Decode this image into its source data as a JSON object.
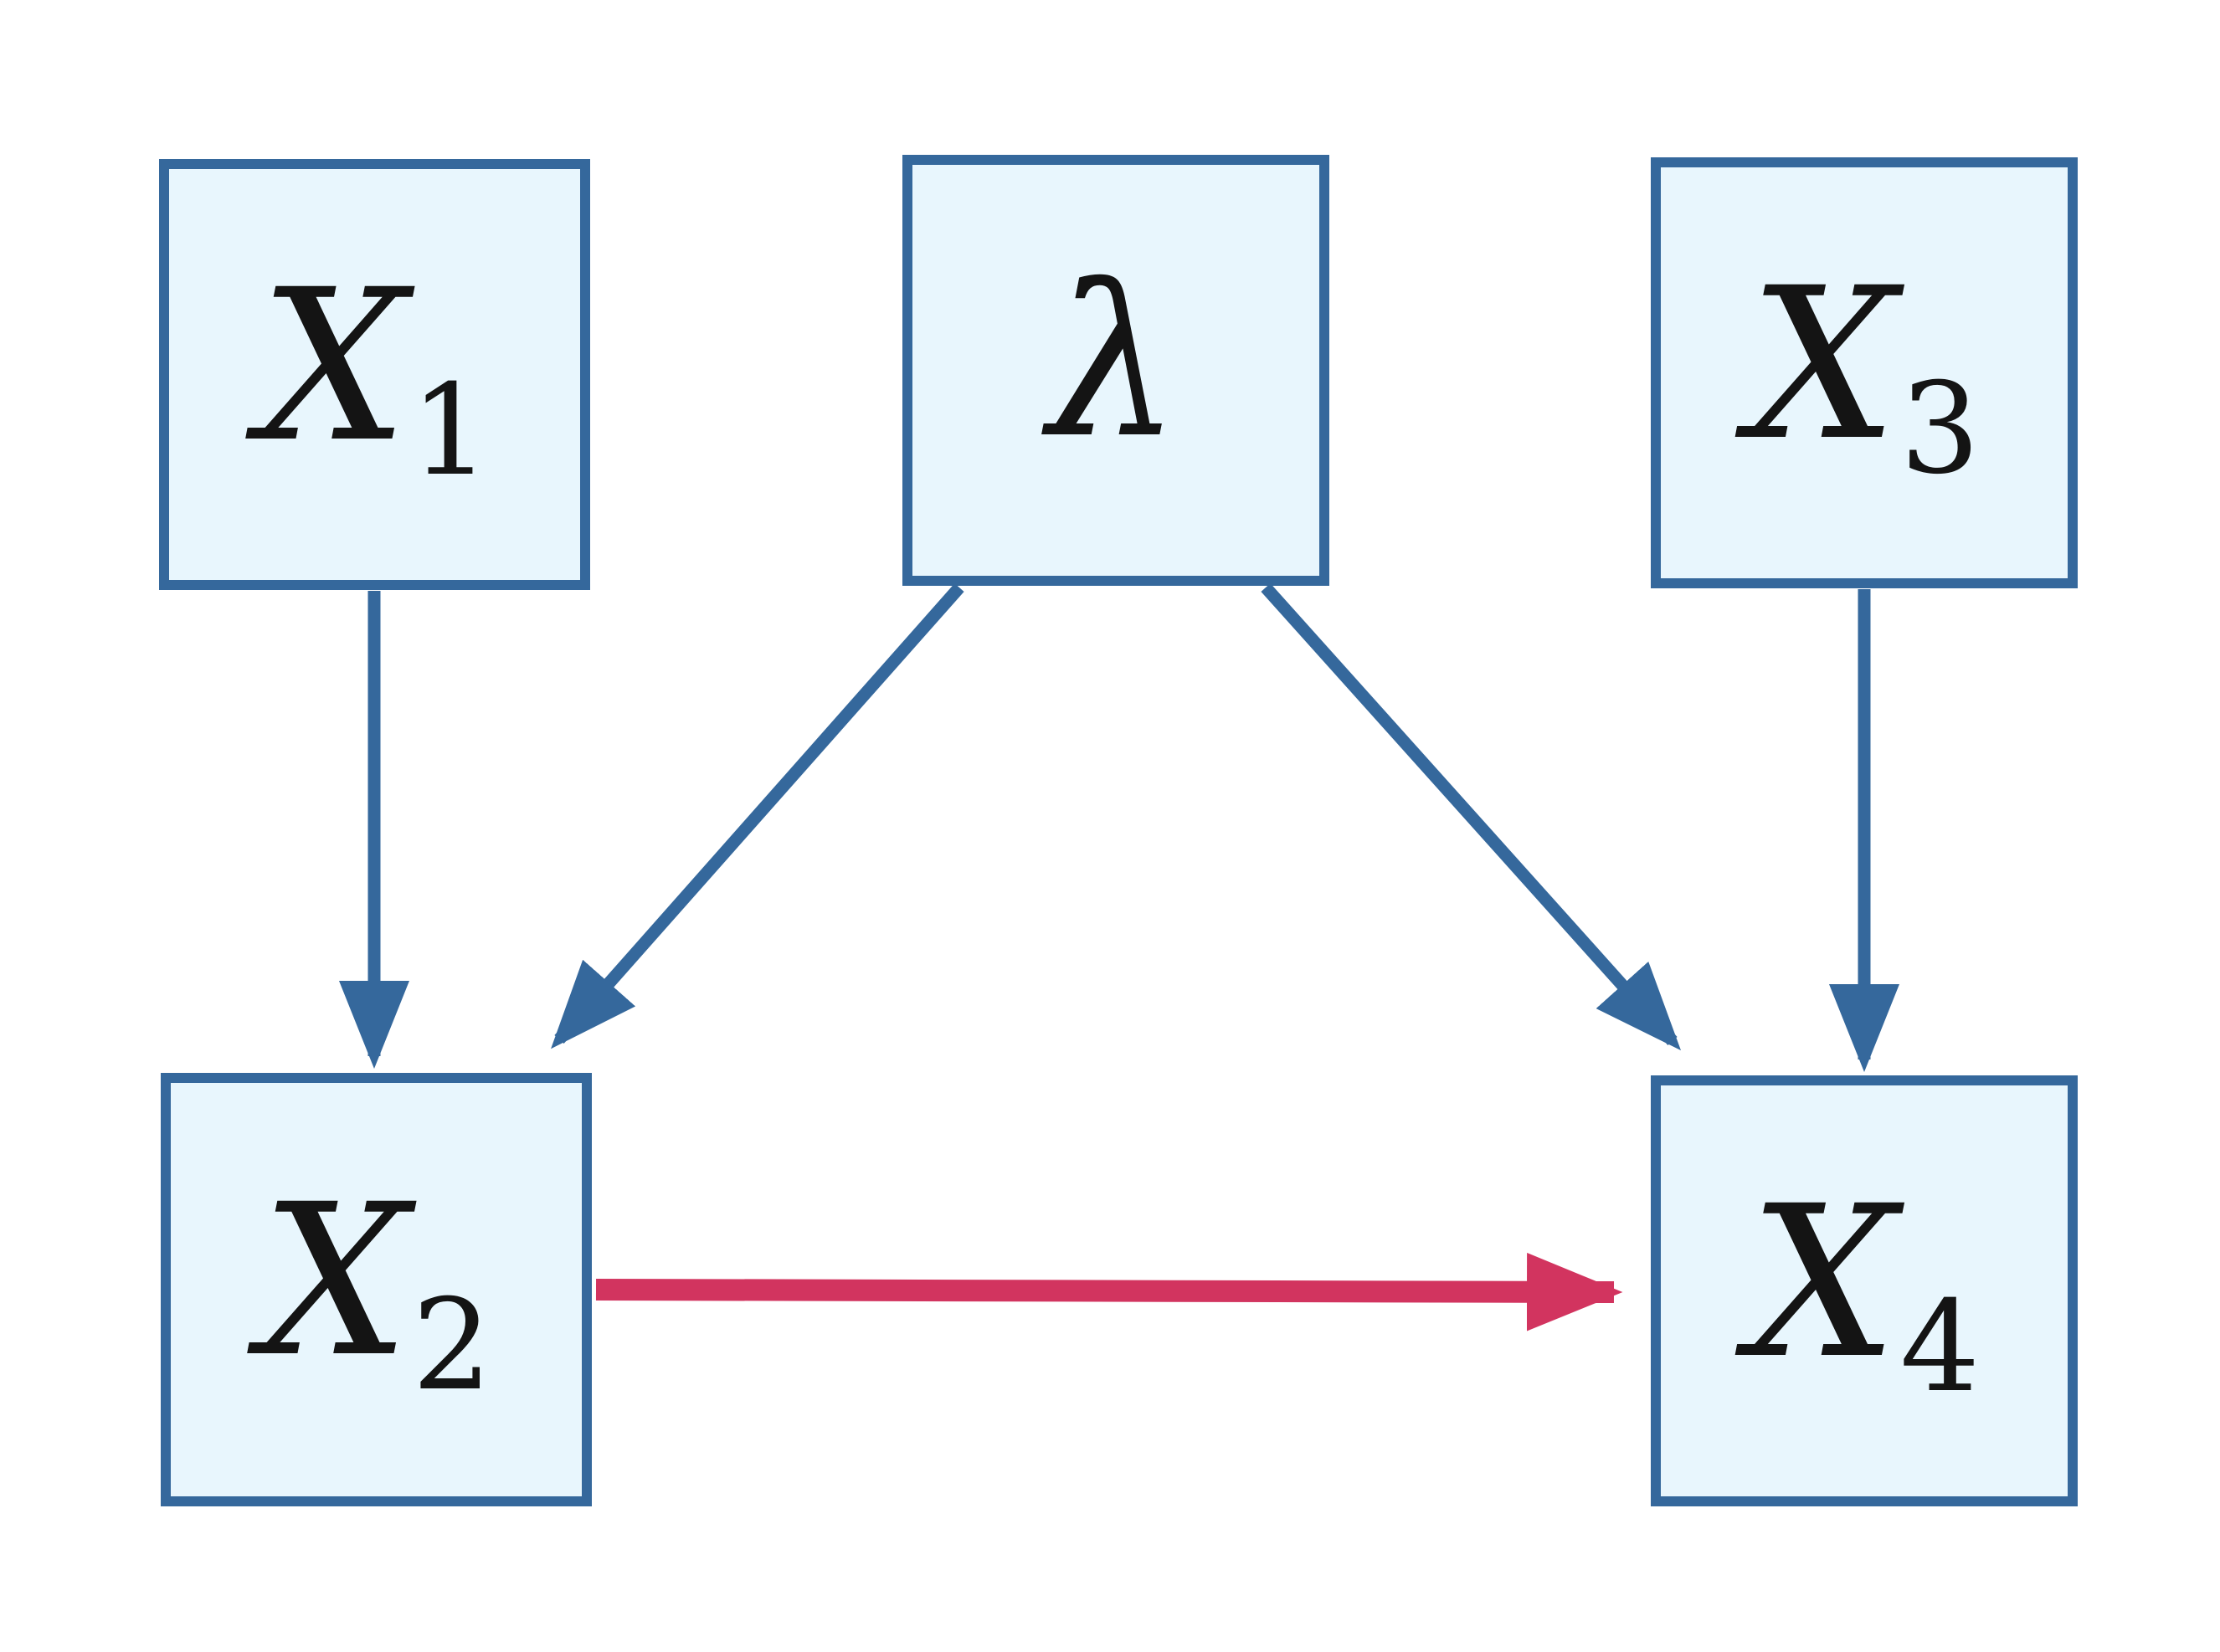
{
  "diagram": {
    "type": "causal-graph",
    "description": "Directed graph with five square nodes; four blue causal arrows and one highlighted red arrow from X2 to X4",
    "colors": {
      "background": "#ffffff",
      "node_fill": "#e8f6fd",
      "node_border": "#35689c",
      "edge_blue": "#35689c",
      "edge_red": "#d2345f",
      "label_color": "#141414"
    },
    "nodes": [
      {
        "id": "X1",
        "label": {
          "text": "X",
          "subscript": "1"
        },
        "row": "top",
        "column": "left"
      },
      {
        "id": "lambda",
        "label": {
          "text": "λ",
          "subscript": ""
        },
        "row": "top",
        "column": "center"
      },
      {
        "id": "X3",
        "label": {
          "text": "X",
          "subscript": "3"
        },
        "row": "top",
        "column": "right"
      },
      {
        "id": "X2",
        "label": {
          "text": "X",
          "subscript": "2"
        },
        "row": "bottom",
        "column": "left"
      },
      {
        "id": "X4",
        "label": {
          "text": "X",
          "subscript": "4"
        },
        "row": "bottom",
        "column": "right"
      }
    ],
    "edges": [
      {
        "from": "X1",
        "to": "X2",
        "color": "blue",
        "style": "normal"
      },
      {
        "from": "lambda",
        "to": "X2",
        "color": "blue",
        "style": "normal"
      },
      {
        "from": "lambda",
        "to": "X4",
        "color": "blue",
        "style": "normal"
      },
      {
        "from": "X3",
        "to": "X4",
        "color": "blue",
        "style": "normal"
      },
      {
        "from": "X2",
        "to": "X4",
        "color": "red",
        "style": "highlighted"
      }
    ]
  }
}
